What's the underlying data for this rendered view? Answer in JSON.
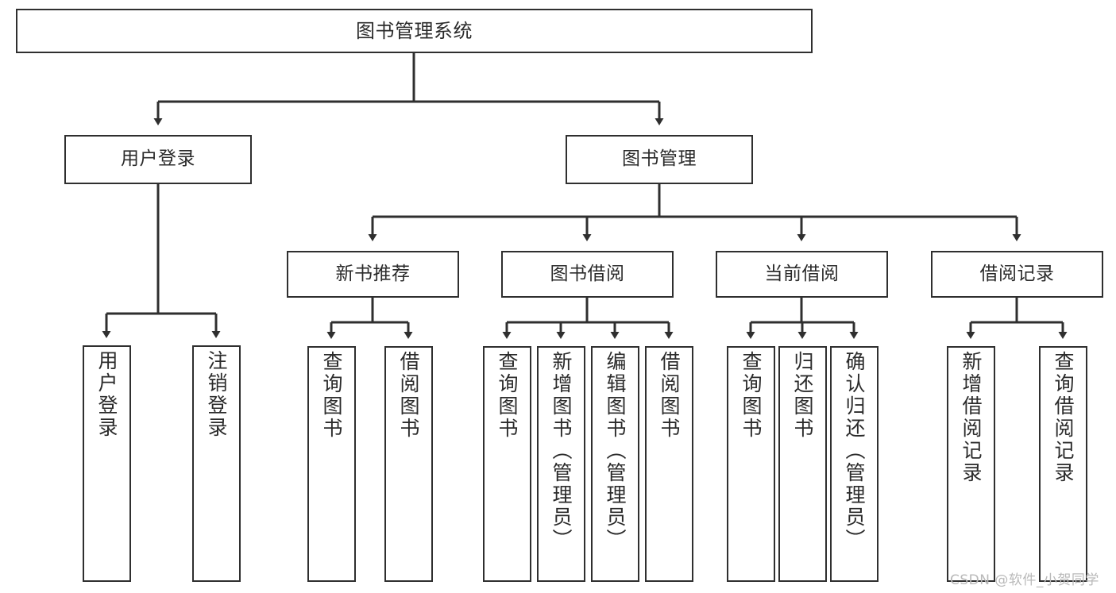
{
  "diagram": {
    "title": "图书管理系统",
    "type": "hierarchy-tree",
    "watermark": "CSDN @软件_小贺同学",
    "colors": {
      "box_border": "#2f2f2f",
      "box_fill": "#ffffff",
      "connector": "#2f2f2f",
      "text": "#2b2b2b",
      "watermark": "#b9b9b9",
      "background": "#ffffff"
    },
    "root": {
      "label": "图书管理系统"
    },
    "level2": [
      {
        "label": "用户登录"
      },
      {
        "label": "图书管理"
      }
    ],
    "level3": [
      {
        "label": "新书推荐"
      },
      {
        "label": "图书借阅"
      },
      {
        "label": "当前借阅"
      },
      {
        "label": "借阅记录"
      }
    ],
    "leaves": {
      "user_login": [
        {
          "label": "用户登录"
        },
        {
          "label": "注销登录"
        }
      ],
      "new_book_recommend": [
        {
          "label": "查询图书"
        },
        {
          "label": "借阅图书"
        }
      ],
      "book_borrow": [
        {
          "label": "查询图书"
        },
        {
          "label": "新增图书（管理员）"
        },
        {
          "label": "编辑图书（管理员）"
        },
        {
          "label": "借阅图书"
        }
      ],
      "current_borrow": [
        {
          "label": "查询图书"
        },
        {
          "label": "归还图书"
        },
        {
          "label": "确认归还（管理员）"
        }
      ],
      "borrow_record": [
        {
          "label": "新增借阅记录"
        },
        {
          "label": "查询借阅记录"
        }
      ]
    }
  }
}
